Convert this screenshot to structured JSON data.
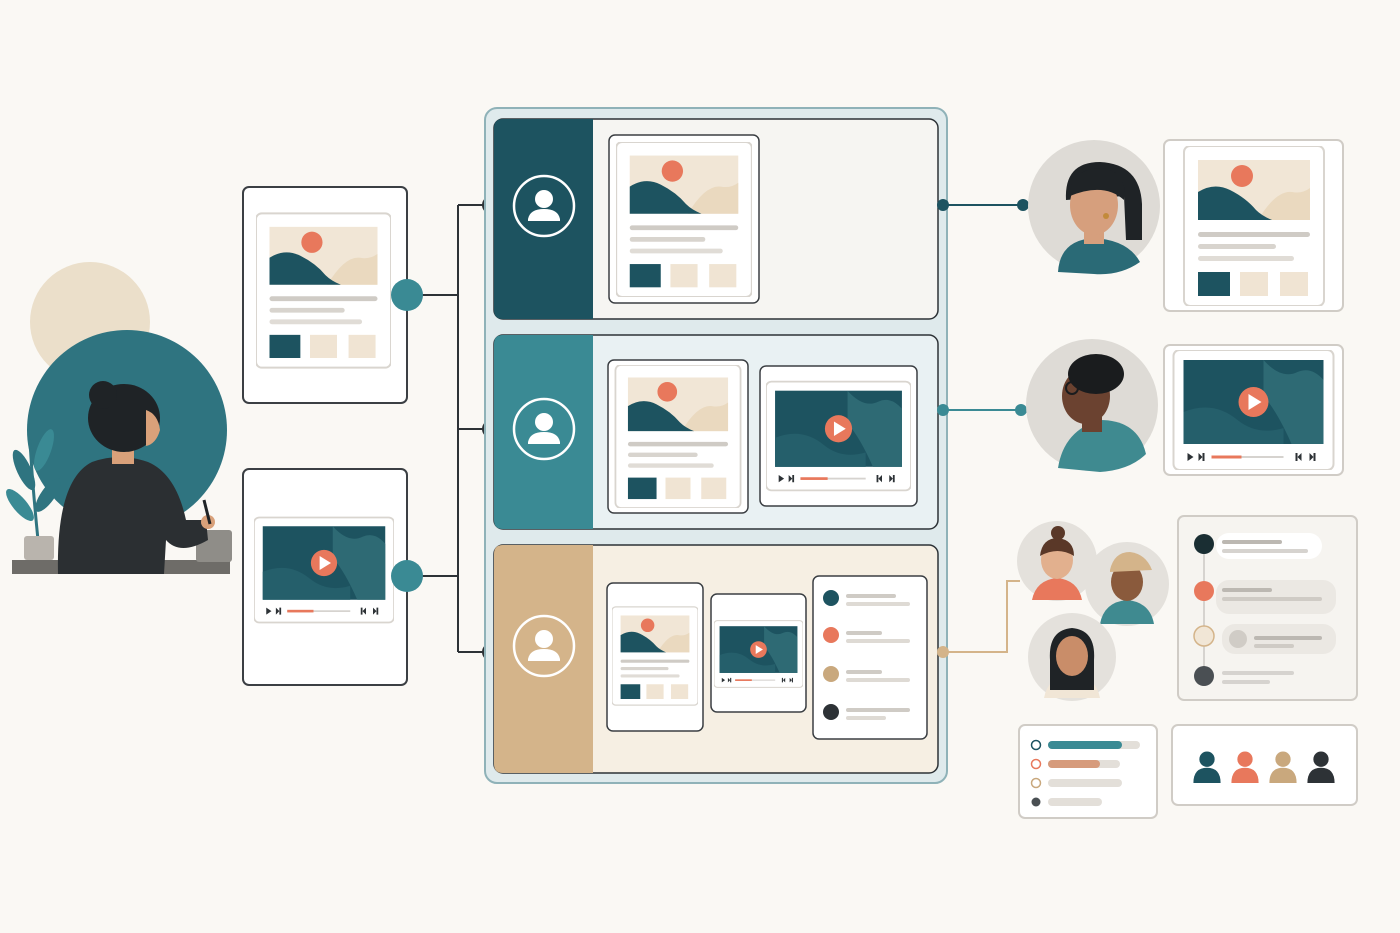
{
  "palette": {
    "background": "#faf8f4",
    "teal_dark": "#1d5360",
    "teal": "#3a8a94",
    "teal_light": "#e9f1f3",
    "coral": "#e8785c",
    "sand": "#d4b48a",
    "sand_light": "#f1e6d6",
    "charcoal": "#2d3236",
    "line_gray": "#d6d3cf",
    "card_border": "#3b3f43"
  },
  "diagram": {
    "author": {
      "icon": "person-at-desk-icon"
    },
    "source_cards": [
      {
        "kind": "article",
        "icon": "image-article-icon"
      },
      {
        "kind": "video",
        "icon": "video-player-icon"
      }
    ],
    "tiers": [
      {
        "accent": "teal-dark",
        "icon": "user-avatar-icon",
        "items": [
          "article"
        ]
      },
      {
        "accent": "teal",
        "icon": "user-avatar-icon",
        "items": [
          "article",
          "video"
        ]
      },
      {
        "accent": "sand",
        "icon": "user-avatar-icon",
        "items": [
          "article",
          "video",
          "discussion"
        ]
      }
    ],
    "audiences": [
      {
        "icon": "woman-portrait-icon",
        "receives": "article"
      },
      {
        "icon": "man-portrait-icon",
        "receives": "video"
      },
      {
        "icon": "group-portraits-icon",
        "receives": "discussion"
      }
    ],
    "extras": [
      {
        "icon": "poll-results-icon"
      },
      {
        "icon": "members-group-icon"
      }
    ]
  }
}
